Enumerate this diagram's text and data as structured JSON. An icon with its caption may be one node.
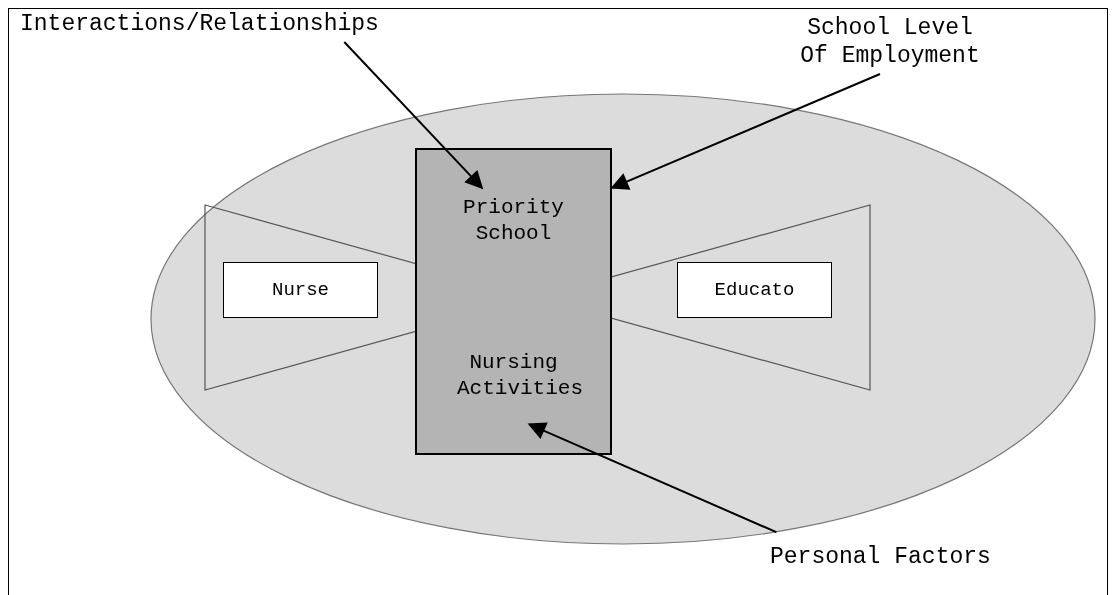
{
  "diagram": {
    "nodes": [
      {
        "text": [],
        "shape": "ellipse"
      },
      {
        "text": [
          "Priority School",
          "Nursing Activities"
        ],
        "in": 0
      },
      {
        "text": [
          "Nurse"
        ],
        "in": 0
      },
      {
        "text": [
          "Educato"
        ],
        "in": 0
      },
      {
        "text": [
          "Interactions/Relationships"
        ]
      },
      {
        "text": [
          "School Level Of Employment"
        ]
      },
      {
        "text": [
          "Personal Factors"
        ]
      }
    ],
    "edges": [
      {
        "from": 4,
        "to": 1,
        "arrow": "to"
      },
      {
        "from": 5,
        "to": 1,
        "arrow": "to"
      },
      {
        "from": 6,
        "to": 1,
        "arrow": "to"
      }
    ]
  }
}
